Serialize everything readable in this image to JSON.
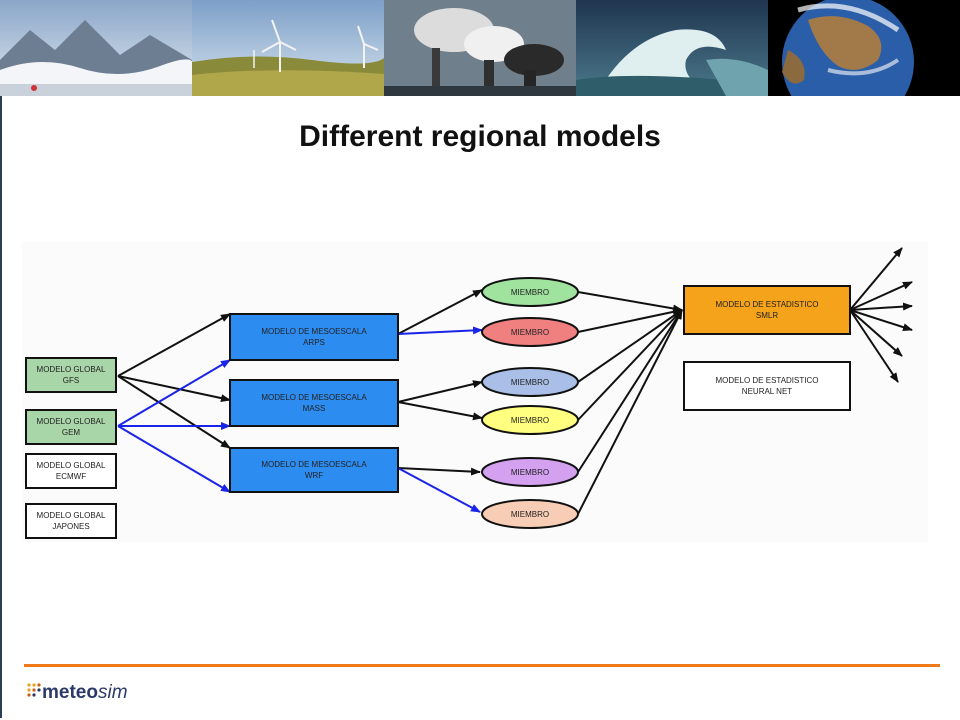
{
  "slide": {
    "title": "Different regional models",
    "logo_text_a": "meteo",
    "logo_text_b": "sim"
  },
  "banner": {
    "tiles": [
      "mountain-clouds-photo",
      "wind-turbines-photo",
      "smokestack-pollution-photo",
      "ocean-wave-photo",
      "earth-globe-photo"
    ]
  },
  "diagram": {
    "global_models": [
      {
        "line1": "MODELO GLOBAL",
        "line2": "GFS",
        "fill": "#a9d6a9"
      },
      {
        "line1": "MODELO GLOBAL",
        "line2": "GEM",
        "fill": "#a9d6a9"
      },
      {
        "line1": "MODELO GLOBAL",
        "line2": "ECMWF",
        "fill": "#ffffff"
      },
      {
        "line1": "MODELO GLOBAL",
        "line2": "JAPONES",
        "fill": "#ffffff"
      }
    ],
    "meso_models": [
      {
        "line1": "MODELO DE MESOESCALA",
        "line2": "ARPS"
      },
      {
        "line1": "MODELO DE MESOESCALA",
        "line2": "MASS"
      },
      {
        "line1": "MODELO DE MESOESCALA",
        "line2": "WRF"
      }
    ],
    "members": [
      {
        "label": "MIEMBRO",
        "fill": "#9fe39f"
      },
      {
        "label": "MIEMBRO",
        "fill": "#f08080"
      },
      {
        "label": "MIEMBRO",
        "fill": "#a9bfe8"
      },
      {
        "label": "MIEMBRO",
        "fill": "#ffff80"
      },
      {
        "label": "MIEMBRO",
        "fill": "#d4a0f0"
      },
      {
        "label": "MIEMBRO",
        "fill": "#f8cdb5"
      }
    ],
    "stat_models": [
      {
        "line1": "MODELO DE ESTADISTICO",
        "line2": "SMLR",
        "fill": "#f5a31a"
      },
      {
        "line1": "MODELO DE ESTADISTICO",
        "line2": "NEURAL NET",
        "fill": "#ffffff"
      }
    ],
    "colors": {
      "meso_fill": "#2d8cf0",
      "arrow_black": "#111111",
      "arrow_blue": "#1a24e8",
      "accent_orange": "#f07a1a"
    }
  }
}
